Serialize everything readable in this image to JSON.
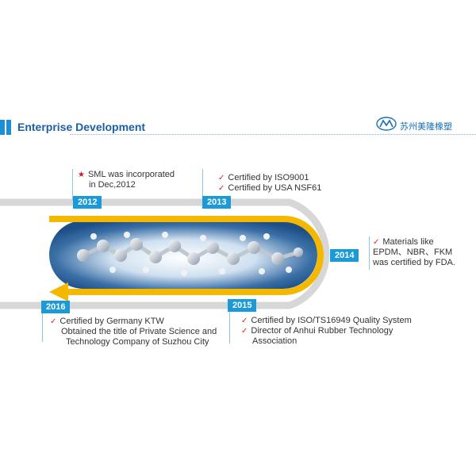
{
  "header": {
    "title": "Enterprise Development",
    "logo_text": "苏州美隆橡塑"
  },
  "milestones": [
    {
      "year": "2012",
      "lines": [
        "SML was incorporated",
        "in Dec,2012"
      ],
      "marker": "★"
    },
    {
      "year": "2013",
      "lines": [
        "Certified by ISO9001",
        "Certified by USA NSF61"
      ],
      "marker": "✓"
    },
    {
      "year": "2014",
      "lines": [
        "Materials like",
        "EPDM、NBR、FKM",
        "was certified by FDA."
      ],
      "marker": "✓"
    },
    {
      "year": "2015",
      "lines": [
        "Certified by ISO/TS16949 Quality System",
        "Director of Anhui Rubber Technology",
        "Association"
      ],
      "marker": "✓"
    },
    {
      "year": "2016",
      "lines": [
        "Certified by Germany KTW",
        "Obtained the title of Private Science and",
        "Technology Company of Suzhou City"
      ],
      "marker": "✓"
    }
  ],
  "colors": {
    "accent": "#1a9ad6",
    "arrow": "#f5b800",
    "track": "#d7d7d7"
  }
}
